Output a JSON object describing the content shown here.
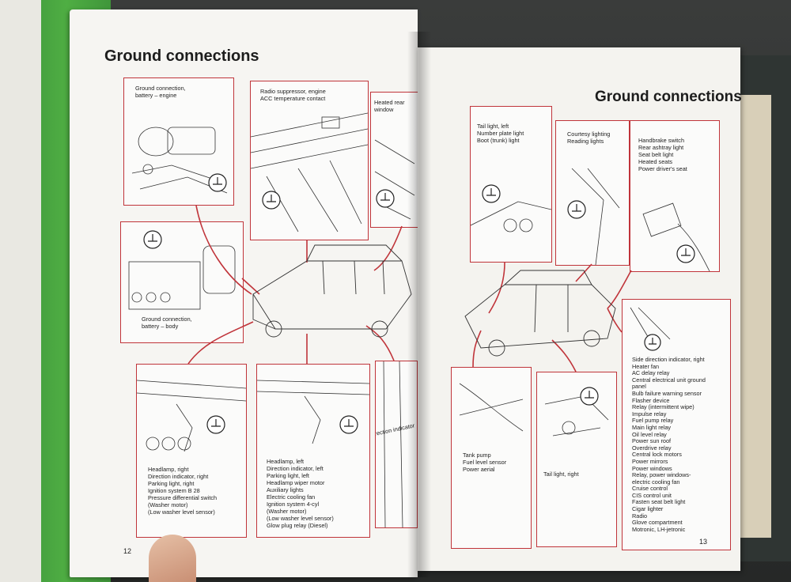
{
  "left_page": {
    "title": "Ground connections",
    "page_number": "12",
    "panels": [
      "Ground connection,\nbattery – engine",
      "Radio suppressor, engine\nACC temperature contact",
      "Heated rear window",
      "Ground connection,\nbattery – body",
      "Headlamp, right\nDirection indicator, right\nParking light, right\nIgnition system B 28\nPressure differential switch\n(Washer motor)\n(Low washer level sensor)",
      "Headlamp, left\nDirection indicator, left\nParking light, left\nHeadlamp wiper motor\nAuxiliary lights\nElectric cooling fan\nIgnition system 4-cyl\n(Washer motor)\n(Low washer level sensor)\nGlow plug relay (Diesel)",
      "Side direction indicator"
    ]
  },
  "right_page": {
    "title": "Ground connections",
    "page_number": "13",
    "panels": [
      "Tail light, left\nNumber plate light\nBoot (trunk) light",
      "Courtesy lighting\nReading lights",
      "Handbrake switch\nRear ashtray light\nSeat belt light\nHeated seats\nPower driver's seat",
      "Tank pump\nFuel level sensor\nPower aerial",
      "Tail light, right",
      "Side direction indicator, right\nHeater fan\nAC delay relay\nCentral electrical unit ground\npanel\nBulb failure warning sensor\nFlasher device\nRelay (intermittent wipe)\nImpulse relay\nFuel pump relay\nMain light relay\nOil level relay\nPower sun roof\nOverdrive relay\nCentral lock motors\nPower mirrors\nPower windows\nRelay, power windows-\nelectric cooling fan\nCruise control\nCIS control unit\nFasten seat belt light\nCigar lighter\nRadio\nGlove compartment\nMotronic, LH-jetronic"
    ]
  },
  "colors": {
    "accent_red": "#c0343a",
    "binder_green": "#4fae43"
  }
}
